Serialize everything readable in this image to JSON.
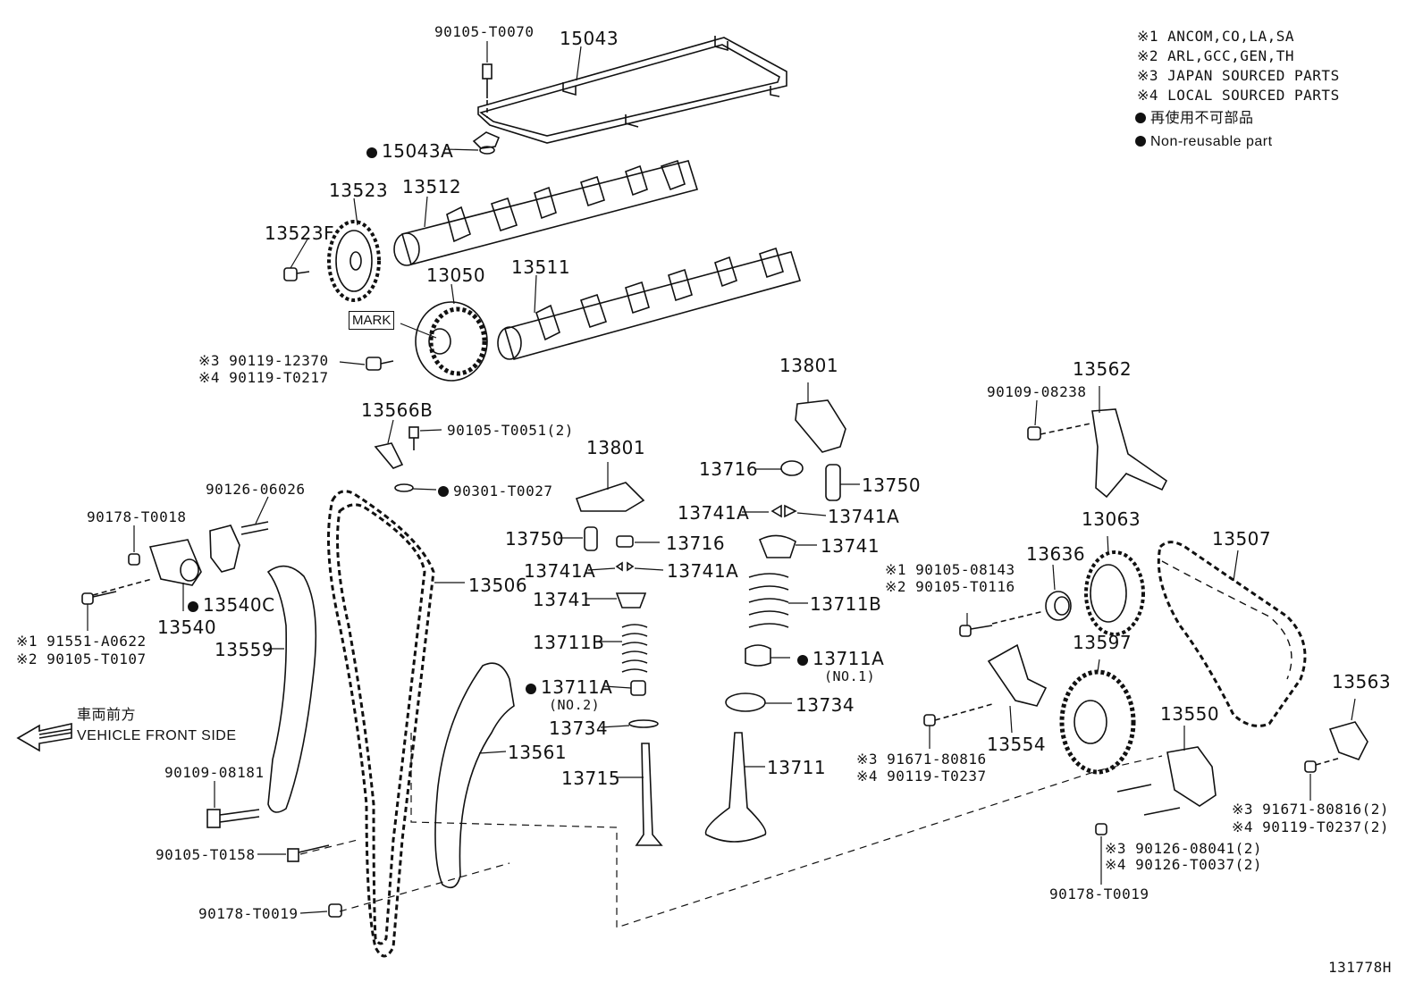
{
  "legend": {
    "n1": "※1 ANCOM,CO,LA,SA",
    "n2": "※2 ARL,GCC,GEN,TH",
    "n3": "※3 JAPAN SOURCED PARTS",
    "n4": "※4 LOCAL SOURCED PARTS",
    "jp": "再使用不可部品",
    "en": "Non-reusable part"
  },
  "direction": {
    "jp": "車両前方",
    "en": "VEHICLE FRONT SIDE"
  },
  "mark_label": "MARK",
  "figure_id": "131778H",
  "callouts": {
    "p90105_T0070": "90105-T0070",
    "p15043": "15043",
    "p15043A": "15043A",
    "p13523": "13523",
    "p13512": "13512",
    "p13523F": "13523F",
    "p13050": "13050",
    "p13511": "13511",
    "s3_90119_12370": "※3  90119-12370",
    "s4_90119_T0217": "※4  90119-T0217",
    "p13566B": "13566B",
    "p90105_T0051": "90105-T0051(2)",
    "p90126_06026": "90126-06026",
    "p90301_T0027": "90301-T0027",
    "p90178_T0018": "90178-T0018",
    "p13540C": "13540C",
    "p13540": "13540",
    "s1_91551": "※1  91551-A0622",
    "s2_90105_T0107": "※2  90105-T0107",
    "p13559": "13559",
    "p90109_08181": "90109-08181",
    "p90105_T0158": "90105-T0158",
    "p90178_T0019_left": "90178-T0019",
    "p13506": "13506",
    "p13801_mid": "13801",
    "p13750_mid": "13750",
    "p13716_mid": "13716",
    "p13741A_ml": "13741A",
    "p13741A_mr": "13741A",
    "p13741_mid": "13741",
    "p13711B_mid": "13711B",
    "p13711A_mid": "13711A",
    "no2": "(NO.2)",
    "p13734_mid": "13734",
    "p13715": "13715",
    "p13561": "13561",
    "p13801_r": "13801",
    "p13716_r": "13716",
    "p13750_r": "13750",
    "p13741A_rl": "13741A",
    "p13741A_rr": "13741A",
    "p13741_r": "13741",
    "p13711B_r": "13711B",
    "p13711A_r": "13711A",
    "no1": "(NO.1)",
    "p13734_r": "13734",
    "p13711": "13711",
    "p90109_08238": "90109-08238",
    "p13562": "13562",
    "s1_90105_08143": "※1  90105-08143",
    "s2_90105_T0116": "※2  90105-T0116",
    "p13636": "13636",
    "p13063": "13063",
    "p13507": "13507",
    "p13597": "13597",
    "p13554": "13554",
    "s3_91671_80816": "※3  91671-80816",
    "s4_90119_T0237": "※4  90119-T0237",
    "p13550": "13550",
    "p13563": "13563",
    "s3_91671_80816_2": "※3  91671-80816(2)",
    "s4_90119_T0237_2": "※4  90119-T0237(2)",
    "s3_90126_08041": "※3  90126-08041(2)",
    "s4_90126_T0037": "※4  90126-T0037(2)",
    "p90178_T0019_right": "90178-T0019"
  }
}
